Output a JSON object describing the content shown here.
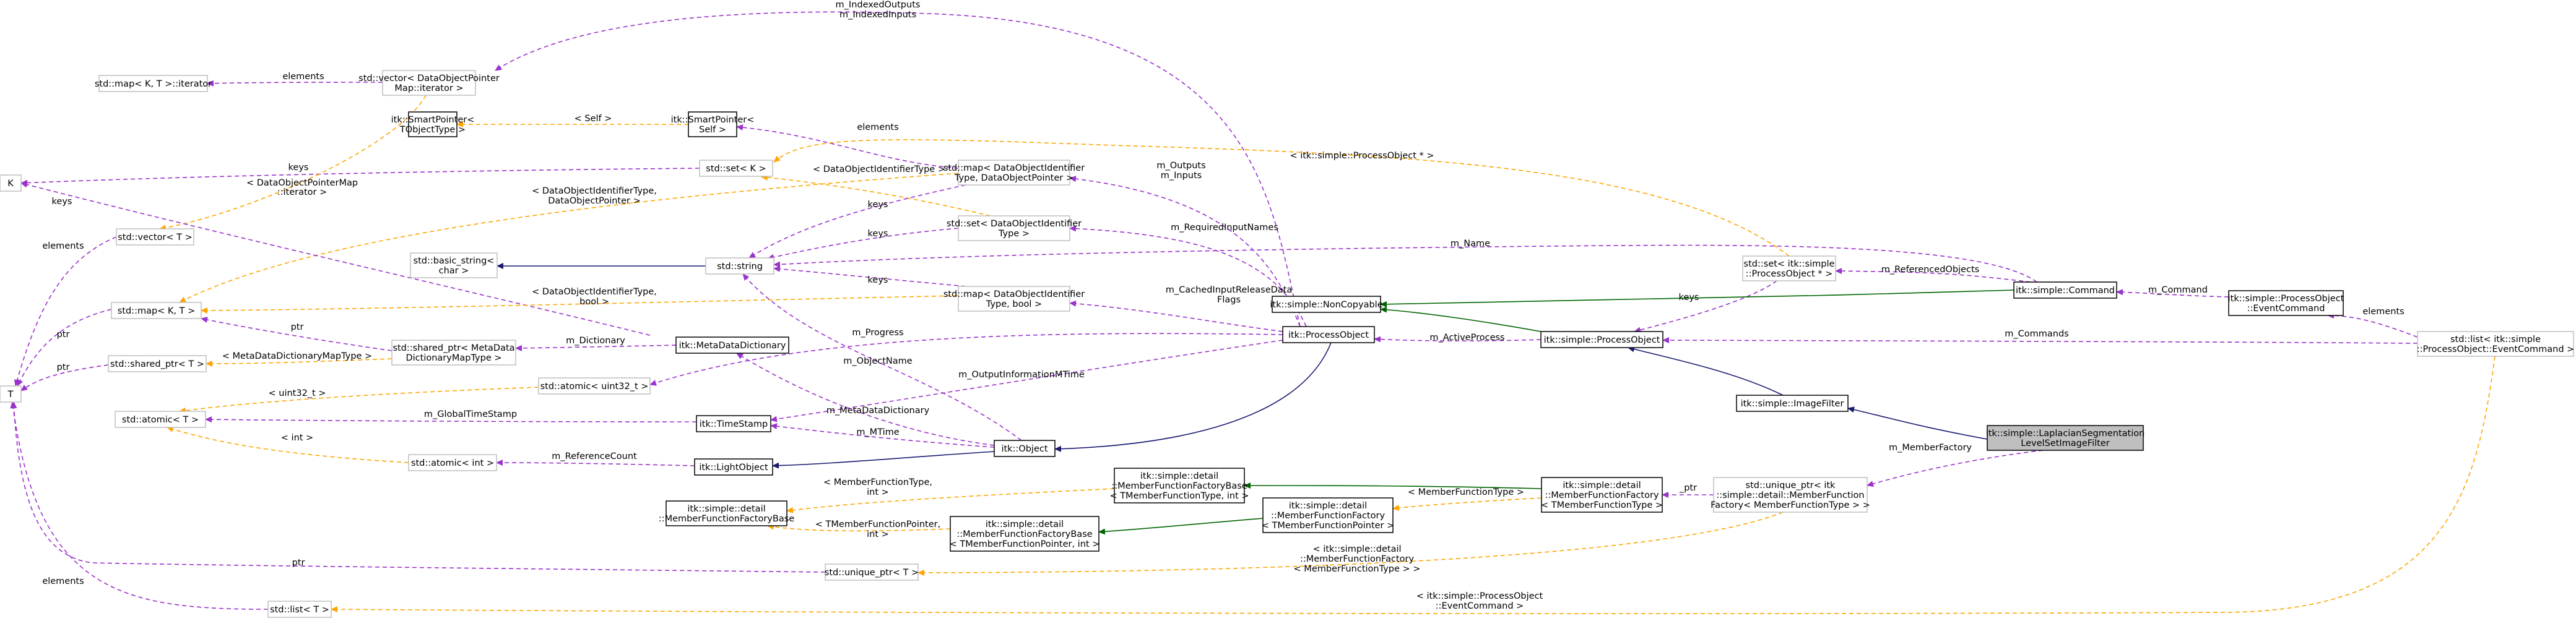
{
  "nodes": [
    {
      "id": "map_iter",
      "style": "gray",
      "lines": [
        "std::map< K, T >::iterator"
      ]
    },
    {
      "id": "vec_dop",
      "style": "gray",
      "lines": [
        "std::vector< DataObjectPointer",
        "Map::iterator >"
      ]
    },
    {
      "id": "smartptr_objtype",
      "style": "black",
      "lines": [
        "itk::SmartPointer<",
        "TObjectType >"
      ]
    },
    {
      "id": "smartptr_self",
      "style": "black",
      "lines": [
        "itk::SmartPointer<",
        "Self >"
      ]
    },
    {
      "id": "K",
      "style": "gray",
      "lines": [
        "K"
      ]
    },
    {
      "id": "set_k",
      "style": "gray",
      "lines": [
        "std::set< K >"
      ]
    },
    {
      "id": "map_dataobj",
      "style": "gray",
      "lines": [
        "std::map< DataObjectIdentifier",
        "Type, DataObjectPointer >"
      ]
    },
    {
      "id": "vec_t",
      "style": "gray",
      "lines": [
        "std::vector< T >"
      ]
    },
    {
      "id": "set_doi",
      "style": "gray",
      "lines": [
        "std::set< DataObjectIdentifier",
        "Type >"
      ]
    },
    {
      "id": "basic_string",
      "style": "gray",
      "lines": [
        "std::basic_string<",
        "char >"
      ]
    },
    {
      "id": "string",
      "style": "gray",
      "lines": [
        "std::string"
      ]
    },
    {
      "id": "set_po",
      "style": "gray",
      "lines": [
        "std::set< itk::simple",
        "::ProcessObject * >"
      ]
    },
    {
      "id": "command",
      "style": "black",
      "lines": [
        "itk::simple::Command"
      ]
    },
    {
      "id": "map_kt",
      "style": "gray",
      "lines": [
        "std::map< K, T >"
      ]
    },
    {
      "id": "map_bool",
      "style": "gray",
      "lines": [
        "std::map< DataObjectIdentifier",
        "Type, bool >"
      ]
    },
    {
      "id": "noncopyable",
      "style": "black",
      "lines": [
        "itk::simple::NonCopyable"
      ]
    },
    {
      "id": "eventcommand",
      "style": "black",
      "lines": [
        "itk::simple::ProcessObject",
        "::EventCommand"
      ]
    },
    {
      "id": "list_ec",
      "style": "gray",
      "lines": [
        "std::list< itk::simple",
        "::ProcessObject::EventCommand >"
      ]
    },
    {
      "id": "shared_ptr_t",
      "style": "gray",
      "lines": [
        "std::shared_ptr< T >"
      ]
    },
    {
      "id": "shared_ptr_md",
      "style": "gray",
      "lines": [
        "std::shared_ptr< MetaData",
        "DictionaryMapType >"
      ]
    },
    {
      "id": "metadatadict",
      "style": "black",
      "lines": [
        "itk::MetaDataDictionary"
      ]
    },
    {
      "id": "itk_processobject",
      "style": "black",
      "lines": [
        "itk::ProcessObject"
      ]
    },
    {
      "id": "simple_processobject",
      "style": "black",
      "lines": [
        "itk::simple::ProcessObject"
      ]
    },
    {
      "id": "T",
      "style": "gray",
      "lines": [
        "T"
      ]
    },
    {
      "id": "atomic_u32",
      "style": "gray",
      "lines": [
        "std::atomic< uint32_t >"
      ]
    },
    {
      "id": "imagefilter",
      "style": "black",
      "lines": [
        "itk::simple::ImageFilter"
      ]
    },
    {
      "id": "atomic_t",
      "style": "gray",
      "lines": [
        "std::atomic< T >"
      ]
    },
    {
      "id": "timestamp",
      "style": "black",
      "lines": [
        "itk::TimeStamp"
      ]
    },
    {
      "id": "laplacian",
      "style": "focus",
      "lines": [
        "itk::simple::LaplacianSegmentation",
        "LevelSetImageFilter"
      ]
    },
    {
      "id": "itk_object",
      "style": "black",
      "lines": [
        "itk::Object"
      ]
    },
    {
      "id": "atomic_int",
      "style": "gray",
      "lines": [
        "std::atomic< int >"
      ]
    },
    {
      "id": "lightobject",
      "style": "black",
      "lines": [
        "itk::LightObject"
      ]
    },
    {
      "id": "mffb_int",
      "style": "black",
      "lines": [
        "itk::simple::detail",
        "::MemberFunctionFactoryBase",
        "< TMemberFunctionType, int >"
      ]
    },
    {
      "id": "mff",
      "style": "black",
      "lines": [
        "itk::simple::detail",
        "::MemberFunctionFactory",
        "< TMemberFunctionType >"
      ]
    },
    {
      "id": "unique_ptr_mff",
      "style": "gray",
      "lines": [
        "std::unique_ptr< itk",
        "::simple::detail::MemberFunction",
        "Factory< MemberFunctionType > >"
      ]
    },
    {
      "id": "mffb_base",
      "style": "black",
      "lines": [
        "itk::simple::detail",
        "::MemberFunctionFactoryBase"
      ]
    },
    {
      "id": "mffb_ptr",
      "style": "black",
      "lines": [
        "itk::simple::detail",
        "::MemberFunctionFactoryBase",
        "< TMemberFunctionPointer, int >"
      ]
    },
    {
      "id": "mffb_simple",
      "style": "black",
      "lines": [
        "itk::simple::detail",
        "::MemberFunctionFactory",
        "< TMemberFunctionPointer >"
      ]
    },
    {
      "id": "unique_ptr_t",
      "style": "gray",
      "lines": [
        "std::unique_ptr< T >"
      ]
    },
    {
      "id": "list_t",
      "style": "gray",
      "lines": [
        "std::list< T >"
      ]
    }
  ],
  "edges": [
    {
      "id": "e1",
      "kind": "usage",
      "labels": [
        "elements"
      ]
    },
    {
      "id": "e2",
      "kind": "usage",
      "labels": [
        "m_IndexedOutputs",
        "m_IndexedInputs"
      ]
    },
    {
      "id": "e3",
      "kind": "template",
      "labels": [
        "< Self >"
      ]
    },
    {
      "id": "e4",
      "kind": "usage",
      "labels": [
        "elements"
      ]
    },
    {
      "id": "e5",
      "kind": "usage",
      "labels": [
        "keys"
      ]
    },
    {
      "id": "e6",
      "kind": "template",
      "labels": [
        "< DataObjectPointerMap",
        "::iterator >"
      ]
    },
    {
      "id": "e7",
      "kind": "template",
      "labels": [
        "< itk::simple::ProcessObject * >"
      ]
    },
    {
      "id": "e8",
      "kind": "template",
      "labels": [
        "< DataObjectIdentifierType >"
      ]
    },
    {
      "id": "e9",
      "kind": "usage",
      "labels": [
        "m_Outputs",
        "m_Inputs"
      ]
    },
    {
      "id": "e10",
      "kind": "usage",
      "labels": [
        "keys"
      ]
    },
    {
      "id": "e11",
      "kind": "usage",
      "labels": [
        "keys"
      ]
    },
    {
      "id": "e12",
      "kind": "template",
      "labels": [
        "< DataObjectIdentifierType,",
        "DataObjectPointer >"
      ]
    },
    {
      "id": "e13",
      "kind": "usage",
      "labels": [
        "m_RequiredInputNames"
      ]
    },
    {
      "id": "e14",
      "kind": "usage",
      "labels": [
        "keys"
      ]
    },
    {
      "id": "e15",
      "kind": "public",
      "labels": []
    },
    {
      "id": "e16",
      "kind": "usage",
      "labels": [
        "m_Name"
      ]
    },
    {
      "id": "e17",
      "kind": "usage",
      "labels": [
        "m_ReferencedObjects"
      ]
    },
    {
      "id": "e18",
      "kind": "usage",
      "labels": [
        "keys"
      ]
    },
    {
      "id": "e19",
      "kind": "usage",
      "labels": [
        "elements"
      ]
    },
    {
      "id": "e20",
      "kind": "template",
      "labels": [
        "< DataObjectIdentifierType,",
        "bool >"
      ]
    },
    {
      "id": "e21",
      "kind": "usage",
      "labels": [
        "keys"
      ]
    },
    {
      "id": "e22",
      "kind": "usage",
      "labels": [
        "m_CachedInputReleaseData",
        "Flags"
      ]
    },
    {
      "id": "e23",
      "kind": "green",
      "labels": []
    },
    {
      "id": "e24",
      "kind": "usage",
      "labels": [
        "m_Command"
      ]
    },
    {
      "id": "e25",
      "kind": "usage",
      "labels": [
        "elements"
      ]
    },
    {
      "id": "e26",
      "kind": "usage",
      "labels": [
        "ptr"
      ]
    },
    {
      "id": "e27",
      "kind": "usage",
      "labels": [
        "ptr"
      ]
    },
    {
      "id": "e28",
      "kind": "template",
      "labels": [
        "< MetaDataDictionaryMapType >"
      ]
    },
    {
      "id": "e29",
      "kind": "usage",
      "labels": [
        "m_Dictionary"
      ]
    },
    {
      "id": "e30",
      "kind": "usage",
      "labels": [
        "m_Progress"
      ]
    },
    {
      "id": "e31",
      "kind": "usage",
      "labels": [
        "m_ActiveProcess"
      ]
    },
    {
      "id": "e32",
      "kind": "usage",
      "labels": [
        "m_Commands"
      ]
    },
    {
      "id": "e33",
      "kind": "green",
      "labels": []
    },
    {
      "id": "e34",
      "kind": "public",
      "labels": []
    },
    {
      "id": "e35",
      "kind": "usage",
      "labels": [
        "ptr"
      ]
    },
    {
      "id": "e36",
      "kind": "template",
      "labels": [
        "< uint32_t >"
      ]
    },
    {
      "id": "e37",
      "kind": "usage",
      "labels": [
        "m_OutputInformationMTime"
      ]
    },
    {
      "id": "e38",
      "kind": "usage",
      "labels": [
        "m_GlobalTimeStamp"
      ]
    },
    {
      "id": "e39",
      "kind": "template",
      "labels": [
        "< int >"
      ]
    },
    {
      "id": "e40",
      "kind": "public",
      "labels": []
    },
    {
      "id": "e41",
      "kind": "usage",
      "labels": [
        "m_ObjectName"
      ]
    },
    {
      "id": "e42",
      "kind": "usage",
      "labels": [
        "m_MetaDataDictionary"
      ]
    },
    {
      "id": "e43",
      "kind": "usage",
      "labels": [
        "m_MTime"
      ]
    },
    {
      "id": "e44",
      "kind": "public",
      "labels": []
    },
    {
      "id": "e45",
      "kind": "usage",
      "labels": [
        "m_ReferenceCount"
      ]
    },
    {
      "id": "e46",
      "kind": "public",
      "labels": []
    },
    {
      "id": "e47",
      "kind": "usage",
      "labels": [
        "m_MemberFactory"
      ]
    },
    {
      "id": "e48",
      "kind": "template",
      "labels": [
        "< MemberFunctionType,",
        "int >"
      ]
    },
    {
      "id": "e49",
      "kind": "green",
      "labels": []
    },
    {
      "id": "e50",
      "kind": "template",
      "labels": [
        "< MemberFunctionType >"
      ]
    },
    {
      "id": "e51",
      "kind": "usage",
      "labels": [
        "_ptr"
      ]
    },
    {
      "id": "e52",
      "kind": "template",
      "labels": [
        "< TMemberFunctionPointer,",
        "int >"
      ]
    },
    {
      "id": "e53",
      "kind": "green",
      "labels": []
    },
    {
      "id": "e54",
      "kind": "template",
      "labels": [
        "< itk::simple::detail",
        "::MemberFunctionFactory",
        "< MemberFunctionType > >"
      ]
    },
    {
      "id": "e55",
      "kind": "usage",
      "labels": [
        "ptr"
      ]
    },
    {
      "id": "e56",
      "kind": "template",
      "labels": [
        "< itk::simple::ProcessObject",
        "::EventCommand >"
      ]
    },
    {
      "id": "e57",
      "kind": "usage",
      "labels": [
        "elements"
      ]
    }
  ]
}
